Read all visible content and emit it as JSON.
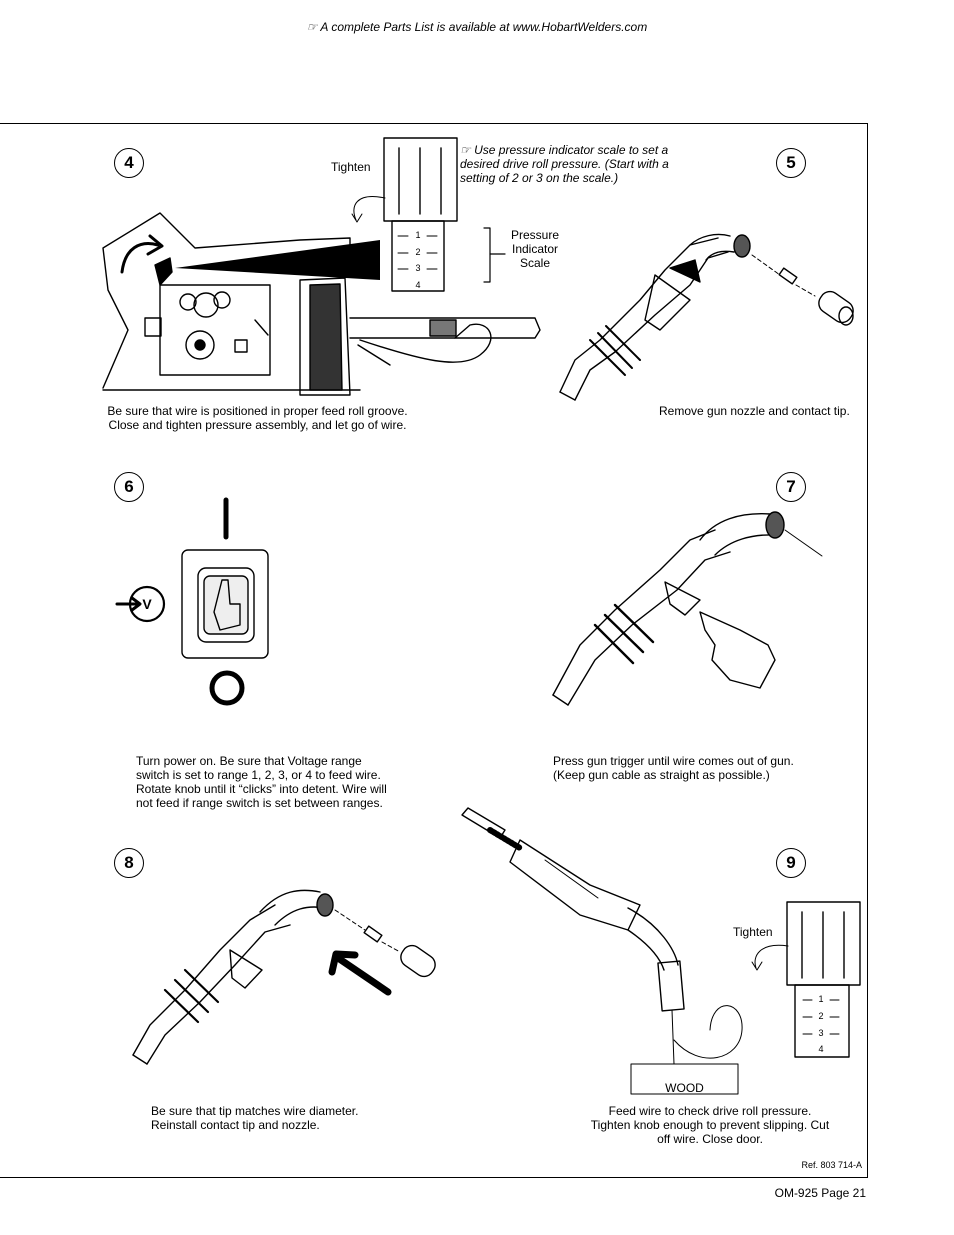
{
  "header": {
    "note_icon": "pointing-hand-icon",
    "note": "A complete Parts List is available at www.HobartWelders.com"
  },
  "steps": {
    "s4": {
      "number": "4",
      "tighten": "Tighten",
      "scale_marks": [
        "1",
        "2",
        "3",
        "4"
      ],
      "note": "Use pressure indicator scale to set a desired drive roll pressure. (Start with a setting of 2 or 3 on the scale.)",
      "scale_label": "Pressure Indicator Scale",
      "caption": "Be sure that wire is positioned in proper feed roll groove. Close and tighten pressure  assembly, and let go of wire."
    },
    "s5": {
      "number": "5",
      "caption": "Remove gun nozzle and contact tip."
    },
    "s6": {
      "number": "6",
      "switch_on": "I",
      "switch_off": "O",
      "voltage_symbol": "V",
      "caption": "Turn power on. Be sure that Voltage range switch is set to range 1, 2, 3, or 4 to feed wire. Rotate knob until it “clicks” into detent. Wire will not feed if range switch is set between ranges."
    },
    "s7": {
      "number": "7",
      "caption": "Press gun trigger until wire comes out of gun. (Keep gun cable as straight as possible.)"
    },
    "s8": {
      "number": "8",
      "caption": "Be sure that tip matches wire diameter. Reinstall contact tip and nozzle."
    },
    "s9": {
      "number": "9",
      "tighten": "Tighten",
      "scale_marks": [
        "1",
        "2",
        "3",
        "4"
      ],
      "wood": "WOOD",
      "caption": "Feed wire to check drive roll pressure. Tighten knob enough to prevent slipping. Cut off wire. Close door."
    }
  },
  "footer": {
    "ref": "Ref. 803 714-A",
    "page": "OM-925 Page 21"
  }
}
